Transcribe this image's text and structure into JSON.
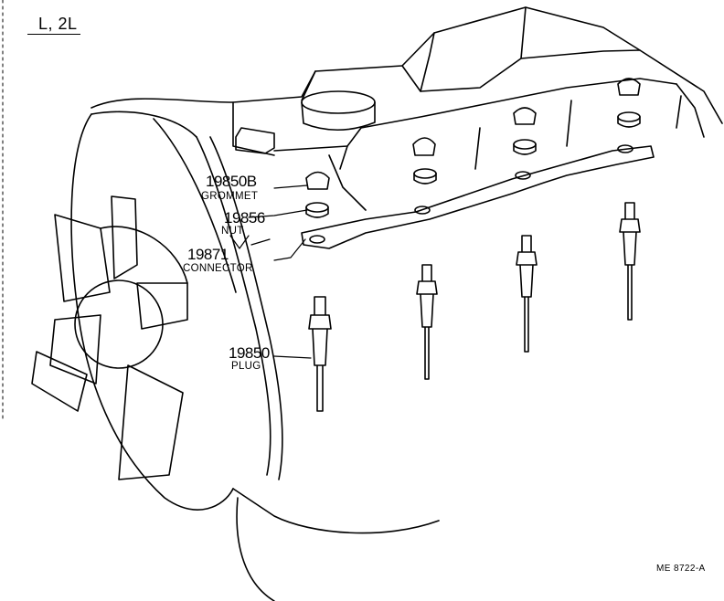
{
  "diagram": {
    "variant_label": "L, 2L",
    "figure_code": "ME  8722-A"
  },
  "callouts": [
    {
      "part_number": "19850B",
      "part_name": "GROMMET"
    },
    {
      "part_number": "19856",
      "part_name": "NUT"
    },
    {
      "part_number": "19871",
      "part_name": "CONNECTOR"
    },
    {
      "part_number": "19850",
      "part_name": "PLUG"
    }
  ]
}
